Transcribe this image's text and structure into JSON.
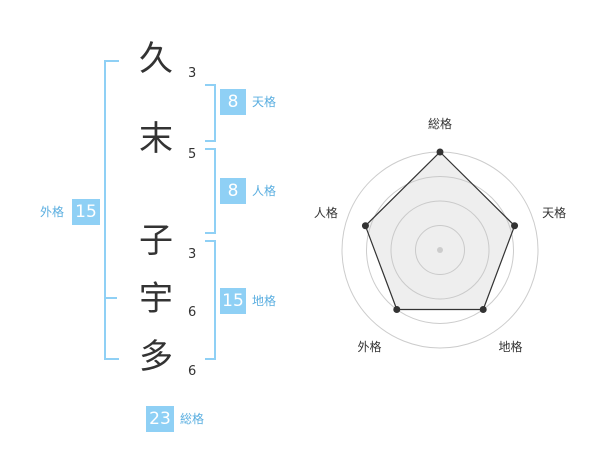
{
  "name": {
    "chars": [
      {
        "char": "久",
        "strokes": "3"
      },
      {
        "char": "末",
        "strokes": "5"
      },
      {
        "char": "子",
        "strokes": "3"
      },
      {
        "char": "宇",
        "strokes": "6"
      },
      {
        "char": "多",
        "strokes": "6"
      }
    ]
  },
  "grids": {
    "tenkaku": {
      "value": "8",
      "label": "天格"
    },
    "jinkaku": {
      "value": "8",
      "label": "人格"
    },
    "chikaku": {
      "value": "15",
      "label": "地格"
    },
    "gaikaku": {
      "value": "15",
      "label": "外格"
    },
    "soukaku": {
      "value": "23",
      "label": "総格"
    }
  },
  "colors": {
    "accent": "#8fd0f5",
    "label_text": "#5aaee0",
    "text": "#333333"
  },
  "chart_data": {
    "type": "radar",
    "axes": [
      "総格",
      "天格",
      "地格",
      "外格",
      "人格"
    ],
    "values": [
      1.0,
      0.8,
      0.75,
      0.75,
      0.8
    ],
    "rings": 4
  }
}
